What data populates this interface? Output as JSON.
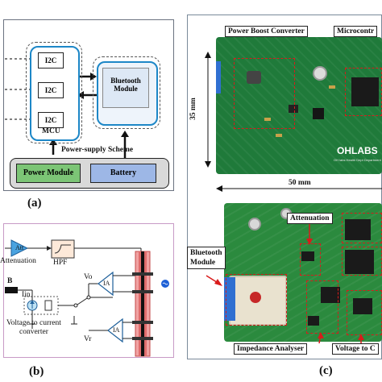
{
  "panel_a": {
    "label": "(a)",
    "i2c_labels": [
      "I2C",
      "I2C",
      "I2C"
    ],
    "mcu_label": "MCU",
    "bluetooth_line1": "Bluetooth",
    "bluetooth_line2": "Module",
    "power_supply_scheme": "Power-supply Scheme",
    "power_module": "Power Module",
    "battery": "Battery",
    "colors": {
      "mcu_border": "#1d87c7",
      "power_module_fill": "#7cc576",
      "battery_fill": "#9db7e6",
      "bluetooth_fill": "#dde8f5"
    }
  },
  "panel_b": {
    "label": "(b)",
    "att": "Att",
    "attenuation": "Attenuation",
    "hpf": "HPF",
    "b_label": "B",
    "iin": "Iin",
    "vo": "Vo",
    "vr": "Vr",
    "ia_top": "IA",
    "ia_bottom": "IA",
    "v2c_line1": "Voltage to current",
    "v2c_line2": "converter"
  },
  "panel_c": {
    "label": "(c)",
    "power_boost_converter": "Power Boost Converter",
    "microcontroller": "Microcontr",
    "dim_width": "50 mm",
    "dim_height": "35 mm",
    "brand": "OHLABS",
    "brand_sub": "OH labs Health Dept Department",
    "attenuation": "Attenuation",
    "bluetooth_line1": "Bluetooth",
    "bluetooth_line2": "Module",
    "impedance_analyser": "Impedance Analyser",
    "voltage_to_c": "Voltage to C",
    "colors": {
      "pcb_green": "#1f7a3a",
      "callout_red": "#d91b1b"
    }
  }
}
